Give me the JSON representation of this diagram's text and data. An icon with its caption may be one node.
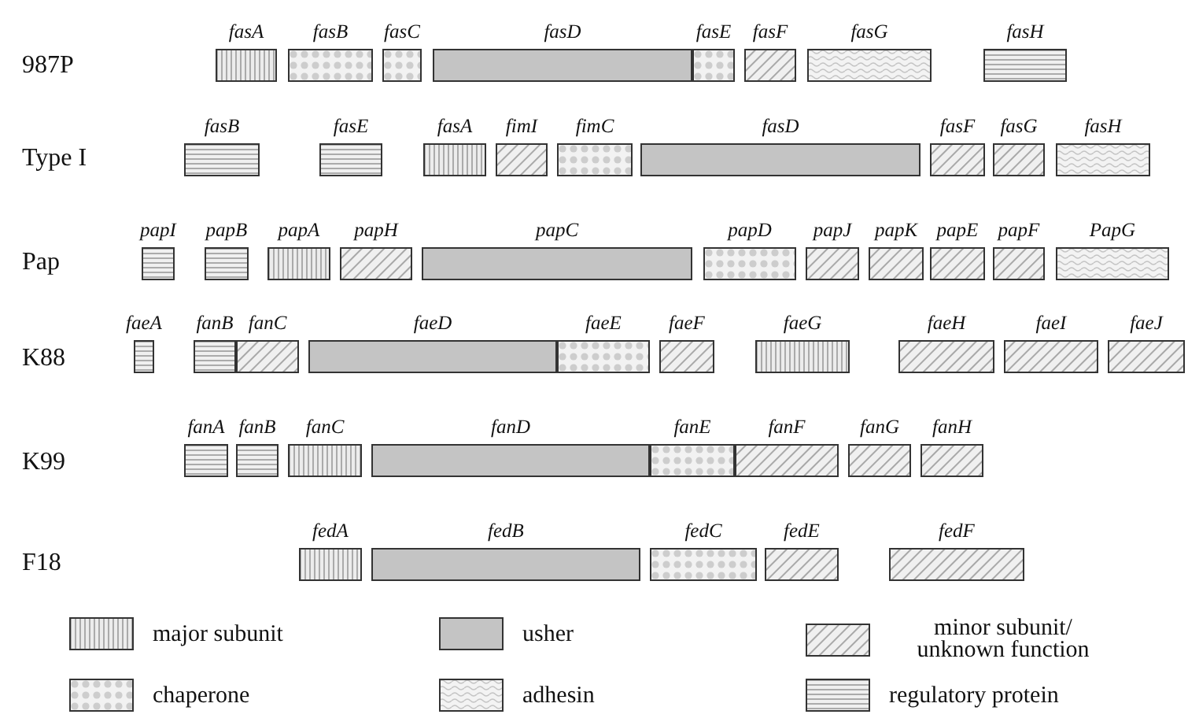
{
  "diagram": {
    "nodes": [
      {
        "text": [
          "fasA"
        ]
      },
      {
        "text": [
          "fasB"
        ]
      },
      {
        "text": [
          "fasC"
        ]
      },
      {
        "text": [
          "fasD"
        ]
      },
      {
        "text": [
          "fasE"
        ]
      },
      {
        "text": [
          "fasF"
        ]
      },
      {
        "text": [
          "fasG"
        ]
      },
      {
        "text": [
          "fasH"
        ]
      },
      {
        "text": [
          "fasB"
        ]
      },
      {
        "text": [
          "fasE"
        ]
      },
      {
        "text": [
          "fasA"
        ]
      },
      {
        "text": [
          "fimI"
        ]
      },
      {
        "text": [
          "fimC"
        ]
      },
      {
        "text": [
          "fasD"
        ]
      },
      {
        "text": [
          "fasF"
        ]
      },
      {
        "text": [
          "fasG"
        ]
      },
      {
        "text": [
          "fasH"
        ]
      },
      {
        "text": [
          "papI"
        ]
      },
      {
        "text": [
          "papB"
        ]
      },
      {
        "text": [
          "papA"
        ]
      },
      {
        "text": [
          "papH"
        ]
      },
      {
        "text": [
          "papC"
        ]
      },
      {
        "text": [
          "papD"
        ]
      },
      {
        "text": [
          "papJ"
        ]
      },
      {
        "text": [
          "papK"
        ]
      },
      {
        "text": [
          "papE"
        ]
      },
      {
        "text": [
          "papF"
        ]
      },
      {
        "text": [
          "PapG"
        ]
      },
      {
        "text": [
          "faeA"
        ]
      },
      {
        "text": [
          "fanB"
        ]
      },
      {
        "text": [
          "fanC"
        ]
      },
      {
        "text": [
          "faeD"
        ]
      },
      {
        "text": [
          "faeE"
        ]
      },
      {
        "text": [
          "faeF"
        ]
      },
      {
        "text": [
          "faeG"
        ]
      },
      {
        "text": [
          "faeH"
        ]
      },
      {
        "text": [
          "faeI"
        ]
      },
      {
        "text": [
          "faeJ"
        ]
      },
      {
        "text": [
          "fanA"
        ]
      },
      {
        "text": [
          "fanB"
        ]
      },
      {
        "text": [
          "fanC"
        ]
      },
      {
        "text": [
          "fanD"
        ]
      },
      {
        "text": [
          "fanE"
        ]
      },
      {
        "text": [
          "fanF"
        ]
      },
      {
        "text": [
          "fanG"
        ]
      },
      {
        "text": [
          "fanH"
        ]
      },
      {
        "text": [
          "fedA"
        ]
      },
      {
        "text": [
          "fedB"
        ]
      },
      {
        "text": [
          "fedC"
        ]
      },
      {
        "text": [
          "fedE"
        ]
      },
      {
        "text": [
          "fedF"
        ]
      }
    ],
    "edges": [],
    "labels": [
      "987P",
      "Type I",
      "Pap",
      "K88",
      "K99",
      "F18"
    ],
    "legend": [
      {
        "text": "major subunit"
      },
      {
        "text": "usher"
      },
      {
        "text": "minor subunit/ unknown function"
      },
      {
        "text": "chaperone"
      },
      {
        "text": "adhesin"
      },
      {
        "text": "regulatory protein"
      }
    ]
  }
}
